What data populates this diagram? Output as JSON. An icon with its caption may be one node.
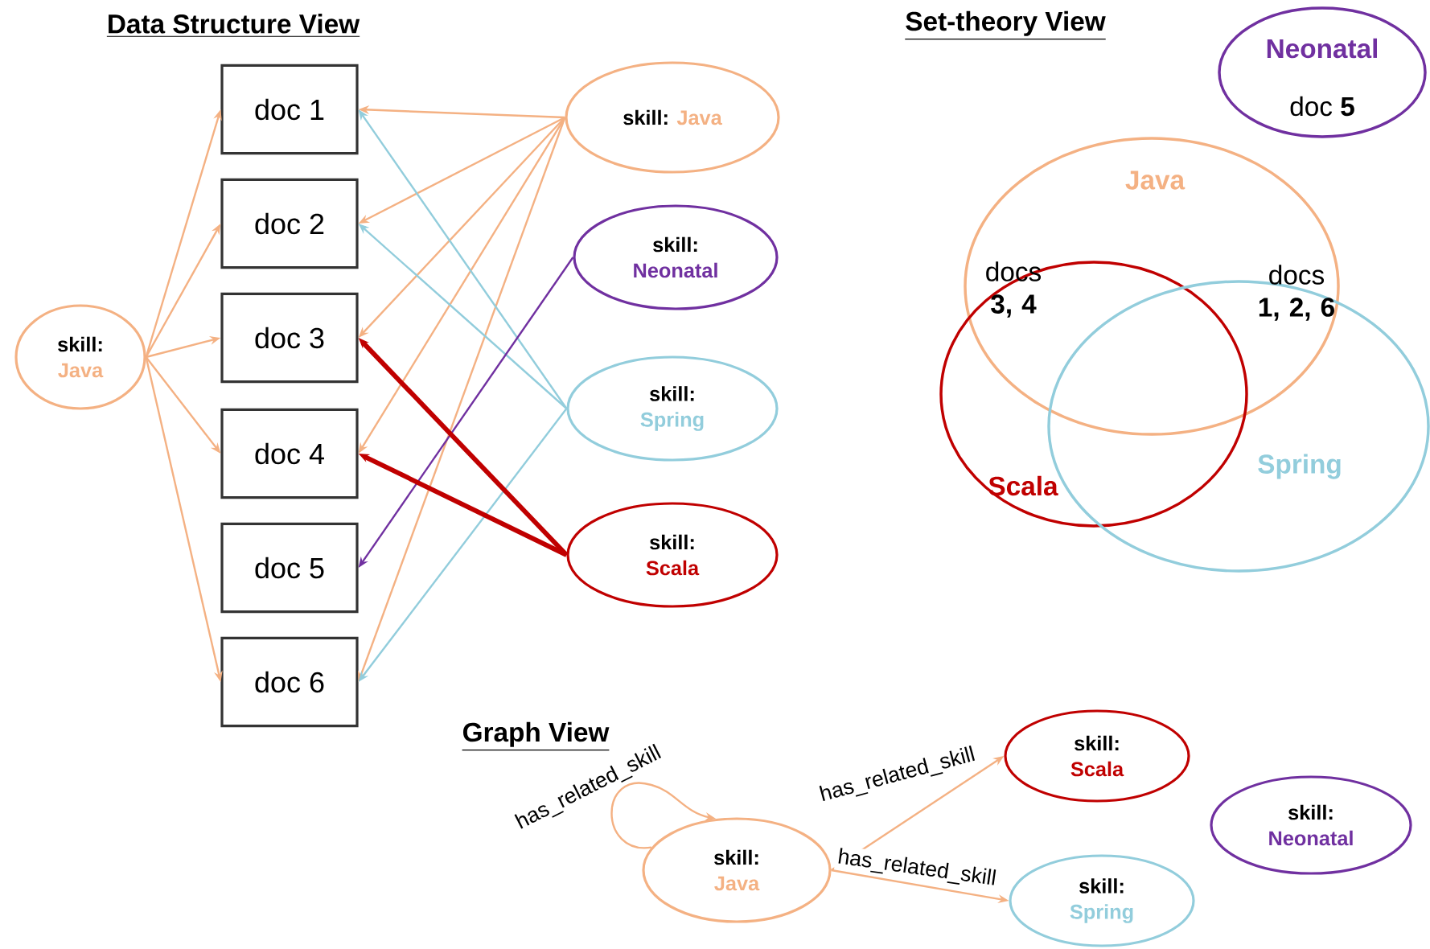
{
  "diagram": {
    "nodes": [
      {
        "text": [
          "doc 1"
        ]
      },
      {
        "text": [
          "doc 2"
        ]
      },
      {
        "text": [
          "doc 3"
        ]
      },
      {
        "text": [
          "doc 4"
        ]
      },
      {
        "text": [
          "doc 5"
        ]
      },
      {
        "text": [
          "doc 6"
        ]
      },
      {
        "text": [
          "skill:",
          "Java"
        ]
      },
      {
        "text": [
          "skill:",
          "Java"
        ]
      },
      {
        "text": [
          "skill:",
          "Neonatal"
        ]
      },
      {
        "text": [
          "skill:",
          "Spring"
        ]
      },
      {
        "text": [
          "skill:",
          "Scala"
        ]
      },
      {
        "text": [
          "Neonatal",
          "doc **5**"
        ]
      },
      {
        "text": [
          "Java"
        ]
      },
      {
        "text": [
          "Scala"
        ]
      },
      {
        "text": [
          "Spring"
        ]
      },
      {
        "text": [
          "skill:",
          "Java"
        ]
      },
      {
        "text": [
          "skill:",
          "Scala"
        ]
      },
      {
        "text": [
          "skill:",
          "Neonatal"
        ]
      },
      {
        "text": [
          "skill:",
          "Spring"
        ]
      }
    ],
    "edges": [
      {
        "from": 6,
        "to": 0,
        "arrow": "to"
      },
      {
        "from": 6,
        "to": 1,
        "arrow": "to"
      },
      {
        "from": 6,
        "to": 2,
        "arrow": "to"
      },
      {
        "from": 6,
        "to": 3,
        "arrow": "to"
      },
      {
        "from": 6,
        "to": 5,
        "arrow": "to"
      },
      {
        "from": 7,
        "to": 0,
        "arrow": "to"
      },
      {
        "from": 7,
        "to": 1,
        "arrow": "to"
      },
      {
        "from": 7,
        "to": 2,
        "arrow": "to"
      },
      {
        "from": 7,
        "to": 3,
        "arrow": "to"
      },
      {
        "from": 7,
        "to": 5,
        "arrow": "to"
      },
      {
        "from": 9,
        "to": 0,
        "arrow": "to",
        "color": "#92cddc"
      },
      {
        "from": 9,
        "to": 1,
        "arrow": "to",
        "color": "#92cddc"
      },
      {
        "from": 9,
        "to": 5,
        "arrow": "to",
        "color": "#92cddc"
      },
      {
        "from": 8,
        "to": 4,
        "arrow": "to",
        "color": "#7030a0"
      },
      {
        "from": 10,
        "to": 2,
        "arrow": "to",
        "style": "thick",
        "color": "#c00000"
      },
      {
        "from": 10,
        "to": 3,
        "arrow": "to",
        "style": "thick",
        "color": "#c00000"
      },
      {
        "from": 15,
        "to": 15,
        "arrow": "to",
        "label": "has_related_skill"
      },
      {
        "from": 15,
        "to": 16,
        "arrow": "to",
        "label": "has_related_skill"
      },
      {
        "from": 15,
        "to": 18,
        "arrow": "to",
        "label": "has_related_skill"
      }
    ],
    "labels": [
      "Data Structure View",
      "Set-theory View",
      "docs **3, 4**",
      "docs **1, 2, 6**",
      "Graph View"
    ]
  }
}
